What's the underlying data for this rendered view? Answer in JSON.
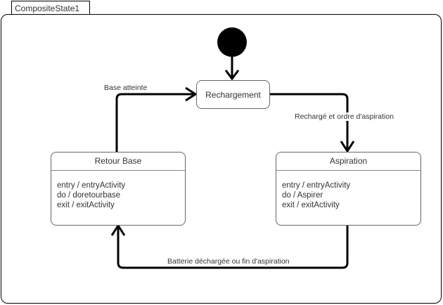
{
  "diagram": {
    "composite_state_name": "CompositeState1",
    "states": {
      "recharge": {
        "name": "Rechargement"
      },
      "retour": {
        "name": "Retour Base",
        "activities": [
          "entry / entryActivity",
          "do / doretourbase",
          "exit / exitActivity"
        ]
      },
      "aspiration": {
        "name": "Aspiration",
        "activities": [
          "entry / entryActivity",
          "do / Aspirer",
          "exit / exitActivity"
        ]
      }
    },
    "transitions": {
      "base_atteinte": "Base atteinte",
      "recharge_ordre": "Rechargé et ordre d'aspiration",
      "batterie": "Batterie déchargée ou fin d'aspiration"
    }
  }
}
